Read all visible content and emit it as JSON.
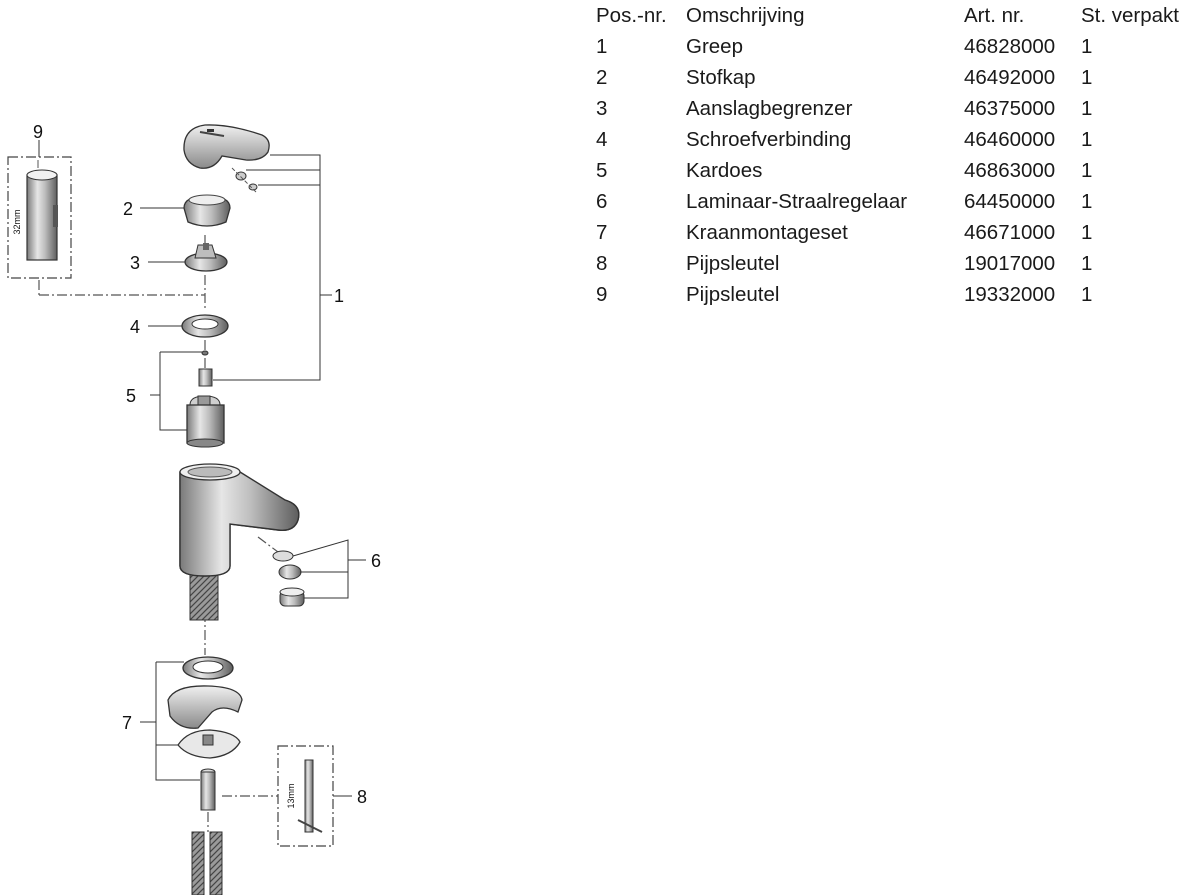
{
  "callouts": {
    "c1": "1",
    "c2": "2",
    "c3": "3",
    "c4": "4",
    "c5": "5",
    "c6": "6",
    "c7": "7",
    "c8": "8",
    "c9": "9"
  },
  "tool_labels": {
    "wrench9": "32mm",
    "wrench8": "13mm"
  },
  "table": {
    "headers": [
      "Pos.-nr.",
      "Omschrijving",
      "Art. nr.",
      "St. verpakt"
    ],
    "rows": [
      [
        "1",
        "Greep",
        "46828000",
        "1"
      ],
      [
        "2",
        "Stofkap",
        "46492000",
        "1"
      ],
      [
        "3",
        "Aanslagbegrenzer",
        "46375000",
        "1"
      ],
      [
        "4",
        "Schroefverbinding",
        "46460000",
        "1"
      ],
      [
        "5",
        "Kardoes",
        "46863000",
        "1"
      ],
      [
        "6",
        "Laminaar-Straalregelaar",
        "64450000",
        "1"
      ],
      [
        "7",
        "Kraanmontageset",
        "46671000",
        "1"
      ],
      [
        "8",
        "Pijpsleutel",
        "19017000",
        "1"
      ],
      [
        "9",
        "Pijpsleutel",
        "19332000",
        "1"
      ]
    ]
  }
}
